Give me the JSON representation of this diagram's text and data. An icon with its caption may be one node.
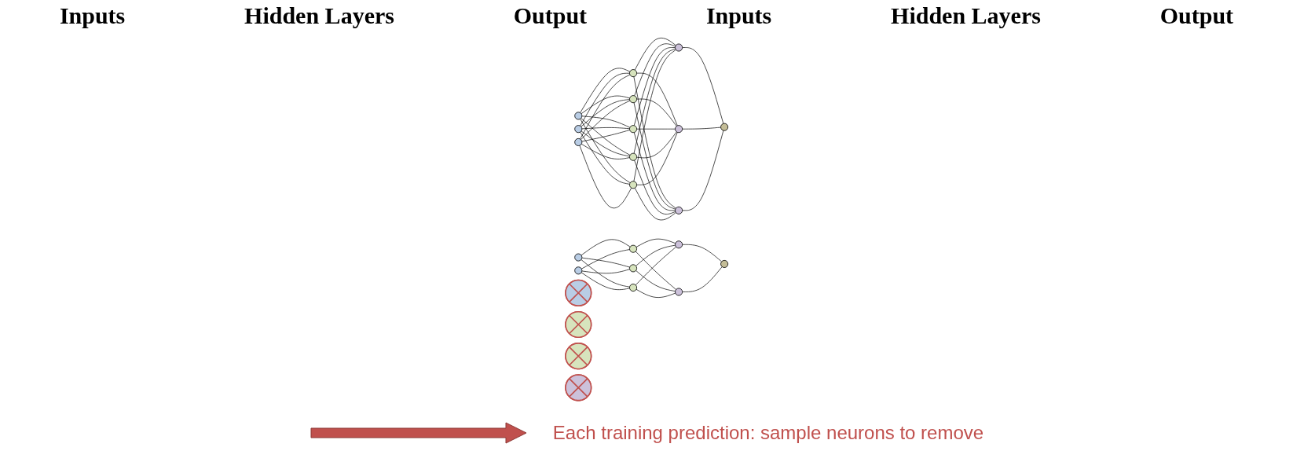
{
  "diagram": {
    "nodes": [
      {
        "text": [],
        "shape": "circle"
      },
      {
        "text": [],
        "shape": "circle"
      },
      {
        "text": [],
        "shape": "circle"
      },
      {
        "text": [],
        "shape": "circle"
      },
      {
        "text": [],
        "shape": "circle"
      },
      {
        "text": [],
        "shape": "circle"
      },
      {
        "text": [],
        "shape": "circle"
      },
      {
        "text": [],
        "shape": "circle"
      },
      {
        "text": [],
        "shape": "circle"
      },
      {
        "text": [],
        "shape": "circle"
      },
      {
        "text": [],
        "shape": "circle"
      },
      {
        "text": [],
        "shape": "circle"
      },
      {
        "text": [],
        "shape": "circle"
      },
      {
        "text": [],
        "shape": "circle"
      },
      {
        "text": [],
        "shape": "crossed-circle"
      },
      {
        "text": [],
        "shape": "circle"
      },
      {
        "text": [],
        "shape": "crossed-circle"
      },
      {
        "text": [],
        "shape": "circle"
      },
      {
        "text": [],
        "shape": "circle"
      },
      {
        "text": [],
        "shape": "crossed-circle"
      },
      {
        "text": [],
        "shape": "circle"
      },
      {
        "text": [],
        "shape": "circle"
      },
      {
        "text": [],
        "shape": "crossed-circle"
      },
      {
        "text": [],
        "shape": "circle"
      }
    ],
    "edges": [
      {
        "from": 0,
        "to": 3,
        "arrow": "none"
      },
      {
        "from": 0,
        "to": 4,
        "arrow": "none"
      },
      {
        "from": 0,
        "to": 5,
        "arrow": "none"
      },
      {
        "from": 0,
        "to": 6,
        "arrow": "none"
      },
      {
        "from": 0,
        "to": 7,
        "arrow": "none"
      },
      {
        "from": 1,
        "to": 3,
        "arrow": "none"
      },
      {
        "from": 1,
        "to": 4,
        "arrow": "none"
      },
      {
        "from": 1,
        "to": 5,
        "arrow": "none"
      },
      {
        "from": 1,
        "to": 6,
        "arrow": "none"
      },
      {
        "from": 1,
        "to": 7,
        "arrow": "none"
      },
      {
        "from": 2,
        "to": 3,
        "arrow": "none"
      },
      {
        "from": 2,
        "to": 4,
        "arrow": "none"
      },
      {
        "from": 2,
        "to": 5,
        "arrow": "none"
      },
      {
        "from": 2,
        "to": 6,
        "arrow": "none"
      },
      {
        "from": 2,
        "to": 7,
        "arrow": "none"
      },
      {
        "from": 3,
        "to": 8,
        "arrow": "none"
      },
      {
        "from": 3,
        "to": 9,
        "arrow": "none"
      },
      {
        "from": 3,
        "to": 10,
        "arrow": "none"
      },
      {
        "from": 4,
        "to": 8,
        "arrow": "none"
      },
      {
        "from": 4,
        "to": 9,
        "arrow": "none"
      },
      {
        "from": 4,
        "to": 10,
        "arrow": "none"
      },
      {
        "from": 5,
        "to": 8,
        "arrow": "none"
      },
      {
        "from": 5,
        "to": 9,
        "arrow": "none"
      },
      {
        "from": 5,
        "to": 10,
        "arrow": "none"
      },
      {
        "from": 6,
        "to": 8,
        "arrow": "none"
      },
      {
        "from": 6,
        "to": 9,
        "arrow": "none"
      },
      {
        "from": 6,
        "to": 10,
        "arrow": "none"
      },
      {
        "from": 7,
        "to": 8,
        "arrow": "none"
      },
      {
        "from": 7,
        "to": 9,
        "arrow": "none"
      },
      {
        "from": 7,
        "to": 10,
        "arrow": "none"
      },
      {
        "from": 8,
        "to": 11,
        "arrow": "none"
      },
      {
        "from": 9,
        "to": 11,
        "arrow": "none"
      },
      {
        "from": 10,
        "to": 11,
        "arrow": "none"
      },
      {
        "from": 12,
        "to": 15,
        "arrow": "none"
      },
      {
        "from": 12,
        "to": 17,
        "arrow": "none"
      },
      {
        "from": 12,
        "to": 18,
        "arrow": "none"
      },
      {
        "from": 13,
        "to": 15,
        "arrow": "none"
      },
      {
        "from": 13,
        "to": 17,
        "arrow": "none"
      },
      {
        "from": 13,
        "to": 18,
        "arrow": "none"
      },
      {
        "from": 15,
        "to": 20,
        "arrow": "none"
      },
      {
        "from": 15,
        "to": 21,
        "arrow": "none"
      },
      {
        "from": 17,
        "to": 20,
        "arrow": "none"
      },
      {
        "from": 17,
        "to": 21,
        "arrow": "none"
      },
      {
        "from": 18,
        "to": 20,
        "arrow": "none"
      },
      {
        "from": 18,
        "to": 21,
        "arrow": "none"
      },
      {
        "from": 20,
        "to": 23,
        "arrow": "none"
      },
      {
        "from": 21,
        "to": 23,
        "arrow": "none"
      }
    ],
    "labels": [
      "Hidden Layers",
      "Hidden Layers",
      "Inputs",
      "Inputs",
      "Output",
      "Output",
      "Each training prediction: sample neurons to remove"
    ]
  }
}
